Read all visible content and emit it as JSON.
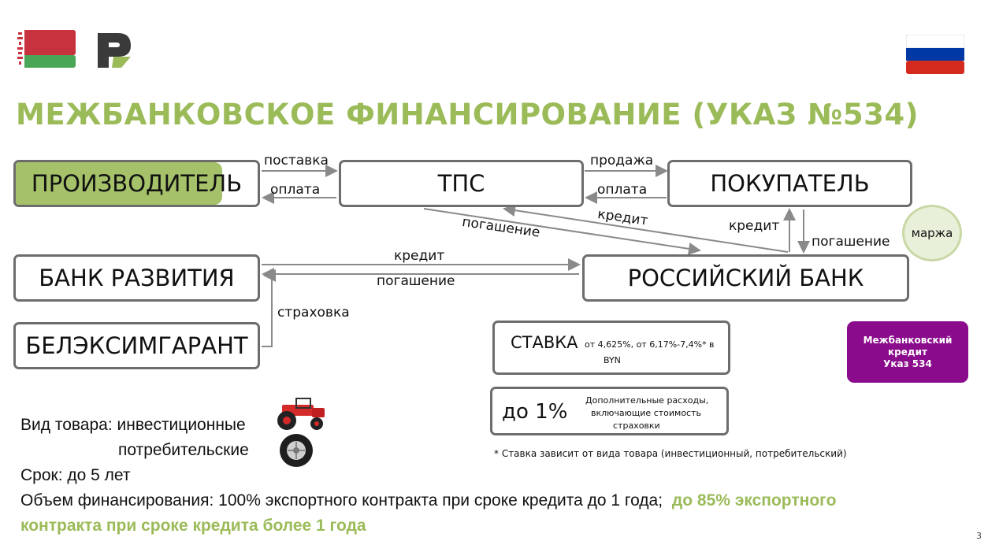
{
  "colors": {
    "accent_green": "#9bbb59",
    "box_border": "#6d6d6d",
    "badge_purple": "#8a0c8c",
    "flag_by_red": "#c8313e",
    "flag_by_green": "#4aa657",
    "flag_ru_blue": "#0039a6",
    "flag_ru_red": "#d52b1e"
  },
  "icons": {
    "flag_left": "belarus-flag-icon",
    "logo": "company-logo-icon",
    "flag_right": "russia-flag-icon",
    "tractor": "tractor-icon",
    "tire": "tire-icon"
  },
  "title": "МЕЖБАНКОВСКОЕ ФИНАНСИРОВАНИЕ (УКАЗ №534)",
  "boxes": {
    "producer": "ПРОИЗВОДИТЕЛЬ",
    "tps": "ТПС",
    "buyer": "ПОКУПАТЕЛЬ",
    "dev_bank": "БАНК РАЗВИТИЯ",
    "ru_bank": "РОССИЙСКИЙ БАНК",
    "eximgarant": "БЕЛЭКСИМГАРАНТ"
  },
  "arrows": {
    "supply": "поставка",
    "payment1": "оплата",
    "sale": "продажа",
    "payment2": "оплата",
    "credit_diag": "кредит",
    "repay_diag": "погашение",
    "credit_vert": "кредит",
    "repay_vert": "погашение",
    "credit_horiz": "кредит",
    "repay_horiz": "погашение",
    "insurance": "страховка"
  },
  "margin": "маржа",
  "rate": {
    "label": "СТАВКА",
    "detail_line1": "от 4,625%, от 6,17%-7,4%* в",
    "detail_line2": "BYN"
  },
  "extra": {
    "value": "до 1%",
    "line1": "Дополнительные расходы,",
    "line2": "включающие стоимость",
    "line3": "страховки"
  },
  "badge": {
    "line1": "Межбанковский",
    "line2": "кредит",
    "line3": "Указ 534"
  },
  "footnote": "* Ставка зависит от вида товара (инвестиционный, потребительский)",
  "bottom": {
    "goods_type": "Вид товара: инвестиционные",
    "goods_type2": "потребительские",
    "term": "Срок: до 5 лет",
    "volume": "Объем финансирования: 100% экспортного контракта при сроке кредита до 1 года;",
    "volume_green1": "до 85% экспортного",
    "volume_green2": "контракта при сроке кредита более 1 года"
  },
  "page_number": "3"
}
